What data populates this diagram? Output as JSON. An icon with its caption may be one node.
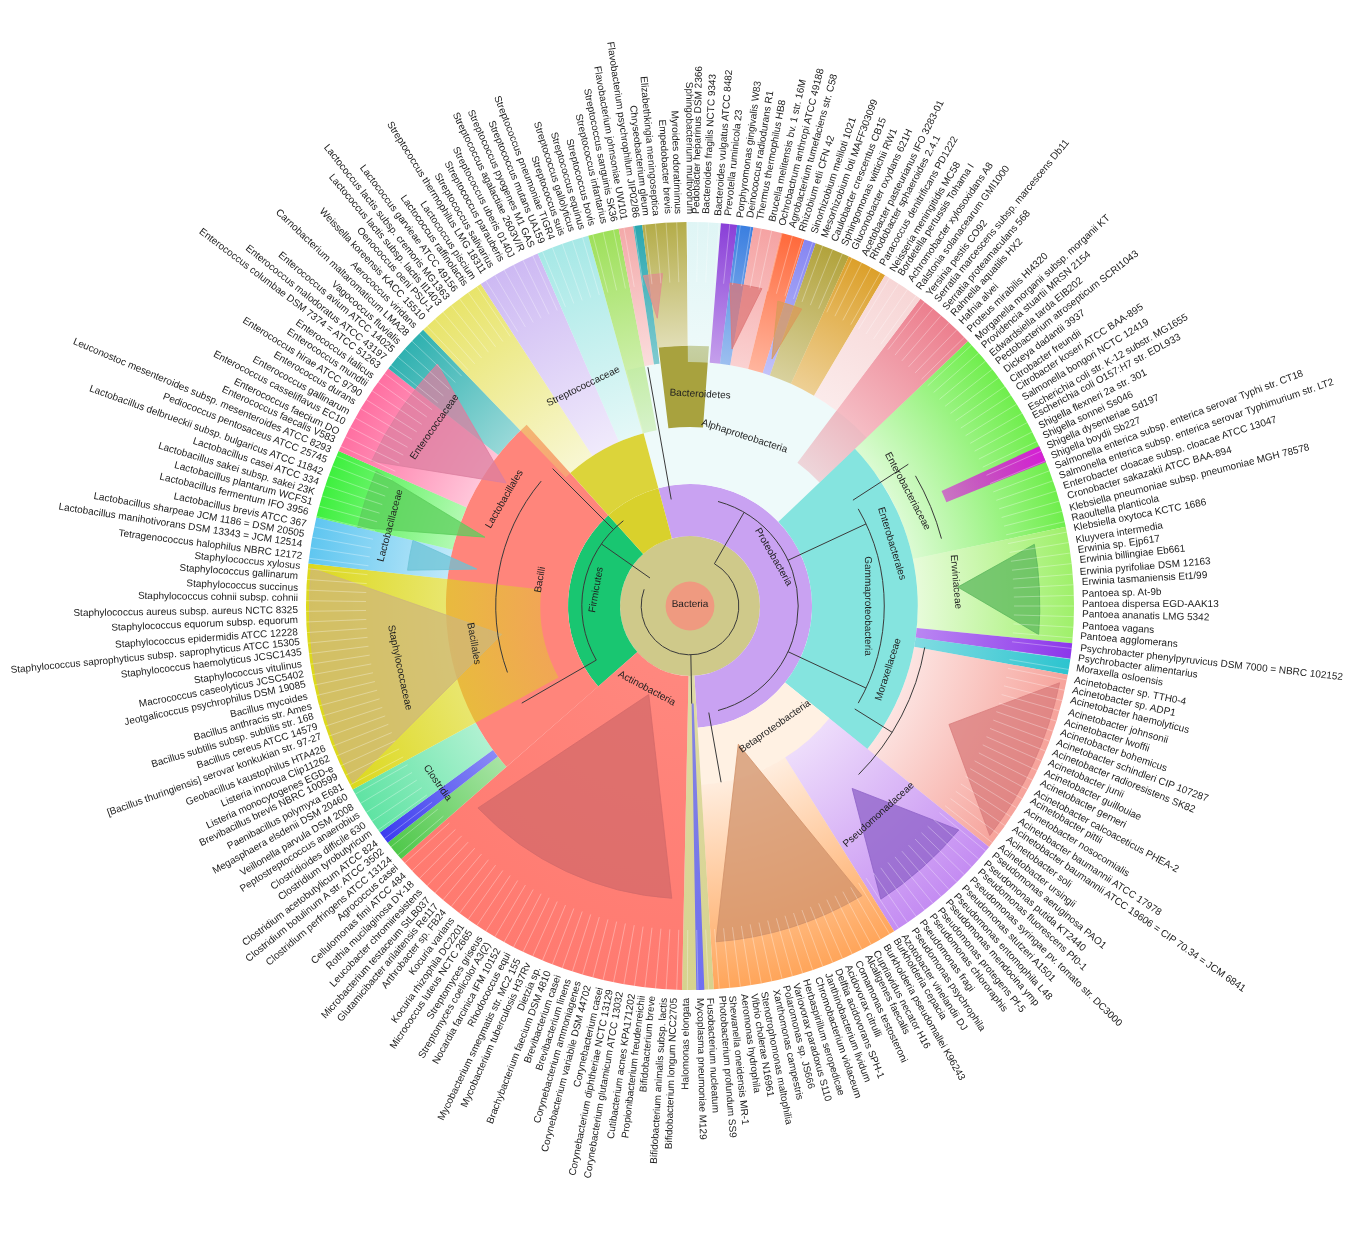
{
  "diagram": {
    "labels": [
      "Enterococcaceae",
      "Streptococcaceae",
      "Bacteroidetes",
      "Alphaproteobacteria",
      "Lactobacillaceae",
      "Lactobacillales",
      "Bacilli",
      "Firmicutes",
      "Bacteria",
      "Proteobacteria",
      "Gammaproteobacteria",
      "Enterobacterales",
      "Enterobacteriaceae",
      "Erwiniaceae",
      "Staphylococcaceae",
      "Bacillales",
      "Actinobacteria",
      "Betaproteobacteria",
      "Moraxellaceae",
      "Clostridia",
      "Pseudomonadaceae",
      "Staphylococcus cohnii subsp. cohnii",
      "Staphylococcus succinus",
      "Staphylococcus gallinarum",
      "Staphylococcus xylosus",
      "Tetragenococcus halophilus NBRC 12172",
      "Lactobacillus manihotivorans DSM 13343 = JCM 12514",
      "Lactobacillus sharpeae JCM 1186 = DSM 20505",
      "Lactobacillus brevis ATCC 367",
      "Lactobacillus fermentum IFO 3956",
      "Lactobacillus plantarum WCFS1",
      "Lactobacillus sakei subsp. sakei 23K",
      "Lactobacillus casei ATCC 334",
      "Lactobacillus delbrueckii subsp. bulgaricus ATCC 11842",
      "Pediococcus pentosaceus ATCC 25745",
      "Leuconostoc mesenteroides subsp. mesenteroides ATCC 8293",
      "Enterococcus faecalis V583",
      "Enterococcus faecium DO",
      "Enterococcus casseliflavus EC10",
      "Enterococcus gallinarum",
      "Enterococcus durans",
      "Enterococcus hirae ATCC 9790",
      "Enterococcus mundtii",
      "Enterococcus italicus",
      "Enterococcus columbae DSM 7374 = ATCC 51263",
      "Enterococcus malodoratus ATCC 43197",
      "Enterococcus avium ATCC 14025",
      "Vagococcus fluvialis",
      "Carnobacterium maltaromaticum LMA28",
      "Aerococcus viridans",
      "Weissella koreensis KACC 15510",
      "Oenococcus oeni PSU-1",
      "Lactococcus lactis subsp. lactis Il1403",
      "Lactococcus lactis subsp. cremoris MG1363",
      "Lactococcus garvieae ATCC 49156",
      "Lactococcus raffinolactis",
      "Lactococcus piscium",
      "Streptococcus thermophilus LMG 18311",
      "Streptococcus salivarius",
      "Streptococcus parauberis",
      "Streptococcus uberis 0140J",
      "Streptococcus agalactiae 2603V/R",
      "Streptococcus pyogenes M1 GAS",
      "Streptococcus mutans UA159",
      "Streptococcus pneumoniae TIGR4",
      "Streptococcus suis",
      "Streptococcus gallolyticus",
      "Streptococcus equinus",
      "Streptococcus bovis",
      "Streptococcus infantarius",
      "Streptococcus sanguinis SK36",
      "Flavobacterium johnsoniae UW101",
      "Flavobacterium psychrophilum JIP02/86",
      "Chryseobacterium gleum",
      "Elizabethkingia meningoseptica",
      "Empedobacter brevis",
      "Myroides odoratimimus",
      "Sphingobacterium multivorum",
      "Pedobacter heparinus DSM 2366",
      "Bacteroides fragilis NCTC 9343",
      "Bacteroides vulgatus ATCC 8482",
      "Prevotella ruminicola 23",
      "Porphyromonas gingivalis W83",
      "Deinococcus radiodurans R1",
      "Thermus thermophilus HB8",
      "Brucella melitensis bv. 1 str. 16M",
      "Ochrobactrum anthropi ATCC 49188",
      "Agrobacterium tumefaciens str. C58",
      "Rhizobium etli CFN 42",
      "Sinorhizobium meliloti 1021",
      "Mesorhizobium loti MAFF303099",
      "Caulobacter crescentus CB15",
      "Sphingomonas wittichii RW1",
      "Gluconobacter oxydans 621H",
      "Acetobacter pasteurianus IFO 3283-01",
      "Rhodobacter sphaeroides 2.4.1",
      "Paracoccus denitrificans PD1222",
      "Neisseria meningitidis MC58",
      "Bordetella pertussis Tohama I",
      "Achromobacter xylosoxidans A8",
      "Ralstonia solanacearum GMI1000",
      "Yersinia pestis CO92",
      "Serratia marcescens subsp. marcescens Db11",
      "Serratia proteamaculans 568",
      "Rahnella aquatilis HX2",
      "Hafnia alvei",
      "Proteus mirabilis HI4320",
      "Morganella morganii subsp. morganii KT",
      "Providencia stuartii MRSN 2154",
      "Edwardsiella tarda EIB202",
      "Pectobacterium atrosepticum SCRI1043",
      "Dickeya dadantii 3937",
      "Citrobacter freundii",
      "Citrobacter koseri ATCC BAA-895",
      "Salmonella bongori NCTC 12419",
      "Escherichia coli str. K-12 substr. MG1655",
      "Escherichia coli O157:H7 str. EDL933",
      "Shigella flexneri 2a str. 301",
      "Shigella sonnei Ss046",
      "Shigella dysenteriae Sd197",
      "Shigella boydii Sb227",
      "Salmonella enterica subsp. enterica serovar Typhi str. CT18",
      "Salmonella enterica subsp. enterica serovar Typhimurium str. LT2",
      "Enterobacter cloacae subsp. cloacae ATCC 13047",
      "Cronobacter sakazakii ATCC BAA-894",
      "Klebsiella pneumoniae subsp. pneumoniae MGH 78578",
      "Raoultella planticola",
      "Klebsiella oxytoca KCTC 1686",
      "Kluyvera intermedia",
      "Erwinia sp. Ejp617",
      "Erwinia billingiae Eb661",
      "Erwinia pyrifoliae DSM 12163",
      "Erwinia tasmaniensis Et1/99",
      "Pantoea sp. At-9b",
      "Staphylococcus aureus subsp. aureus NCTC 8325",
      "Staphylococcus equorum subsp. equorum",
      "Staphylococcus epidermidis ATCC 12228",
      "Staphylococcus saprophyticus subsp. saprophyticus ATCC 15305",
      "Staphylococcus haemolyticus JCSC1435",
      "Staphylococcus vitulinus",
      "Macrococcus caseolyticus JCSC5402",
      "Jeotgalicoccus psychrophilus DSM 19085",
      "Bacillus mycoides",
      "Bacillus anthracis str. Ames",
      "Bacillus subtilis subsp. subtilis str. 168",
      "Bacillus cereus ATCC 14579",
      "[Bacillus thuringiensis] serovar konkukian str. 97-27",
      "Geobacillus kaustophilus HTA426",
      "Listeria innocua Clip11262",
      "Listeria monocytogenes EGD-e",
      "Brevibacillus brevis NBRC 100599",
      "Paenibacillus polymyxa E681",
      "Megasphaera elsdenii DSM 20460",
      "Veillonella parvula DSM 2008",
      "Peptostreptococcus anaerobius",
      "Clostridioides difficile 630",
      "Clostridium tyrobutyricum",
      "Clostridium acetobutylicum ATCC 824",
      "Clostridium botulinum A str. ATCC 3502",
      "Clostridium perfringens ATCC 13124",
      "Agrococcus casei",
      "Cellulomonas fimi ATCC 484",
      "Rothia mucilaginosa DY-18",
      "Leucobacter chromiiresistens",
      "Microbacterium testaceum StLB037",
      "Glutamicibacter arilaitensis Re117",
      "Arthrobacter sp. FB24",
      "Kocuria varians",
      "Kocuria rhizophila DC2201",
      "Micrococcus luteus NCTC 2665",
      "Streptomyces griseus",
      "Streptomyces coelicolor A3(2)",
      "Nocardia farcinica IFM 10152",
      "Rhodococcus equi",
      "Mycobacterium smegmatis str. MC2 155",
      "Mycobacterium tuberculosis H37Rv",
      "Dietzia sp.",
      "Brachybacterium faecium DSM 4810",
      "Brevibacterium casei",
      "Brevibacterium linens",
      "Corynebacterium ammoniagenes",
      "Corynebacterium variabile DSM 44702",
      "Corynebacterium casei",
      "Corynebacterium diphtheriae NCTC 13129",
      "Corynebacterium glutamicum ATCC 13032",
      "Cutibacterium acnes KPA171202",
      "Propionibacterium freudenreichii",
      "Bifidobacterium breve",
      "Bifidobacterium animalis subsp. lactis",
      "Bifidobacterium longum NCC2705",
      "Halomonas elongata",
      "Mycoplasma pneumoniae M129",
      "Fusobacterium nucleatum",
      "Photobacterium profundum SS9",
      "Shewanella oneidensis MR-1",
      "Aeromonas hydrophila",
      "Vibrio cholerae N16961",
      "Stenotrophomonas maltophilia",
      "Xanthomonas campestris",
      "Polaromonas sp. JS666",
      "Variovorax paradoxus S110",
      "Herbaspirillum seropedicae",
      "Chromobacterium violaceum",
      "Janthinobacterium lividum",
      "Delftia acidovorans SPH-1",
      "Acidovorax citrulli",
      "Comamonas testosteroni",
      "Alcaligenes faecalis",
      "Cupriavidus necator H16",
      "Burkholderia pseudomallei K96243",
      "Burkholderia cepacia",
      "Azotobacter vinelandii DJ",
      "Pseudomonas psychrophila",
      "Pseudomonas fragi",
      "Pseudomonas chlororaphis",
      "Pseudomonas protegens Pf-5",
      "Pseudomonas mendocina ymp",
      "Pseudomonas entomophila L48",
      "Pseudomonas stutzeri A1501",
      "Pseudomonas syringae pv. tomato str. DC3000",
      "Pseudomonas fluorescens Pf0-1",
      "Pseudomonas putida KT2440",
      "Pseudomonas aeruginosa PAO1",
      "Acinetobacter ursingii",
      "Acinetobacter soli",
      "Acinetobacter baumannii ATCC 19606 = CIP 70.34 = JCM 6841",
      "Acinetobacter baumannii ATCC 17978",
      "Acinetobacter nosocomialis",
      "Acinetobacter pittii",
      "Acinetobacter calcoaceticus PHEA-2",
      "Acinetobacter gerneri",
      "Acinetobacter guillouiae",
      "Acinetobacter junii",
      "Acinetobacter radioresistens SK82",
      "Acinetobacter schindleri CIP 107287",
      "Acinetobacter bohemicus",
      "Acinetobacter lwoffii",
      "Acinetobacter johnsonii",
      "Acinetobacter haemolyticus",
      "Acinetobacter sp. ADP1",
      "Acinetobacter sp. TTH0-4",
      "Moraxella osloensis",
      "Psychrobacter alimentarius",
      "Psychrobacter phenylpyruvicus DSM 7000 = NBRC 102152",
      "Pantoea agglomerans",
      "Pantoea vagans",
      "Pantoea ananatis LMG 5342",
      "Pantoea dispersa EGD-AAK13"
    ]
  }
}
